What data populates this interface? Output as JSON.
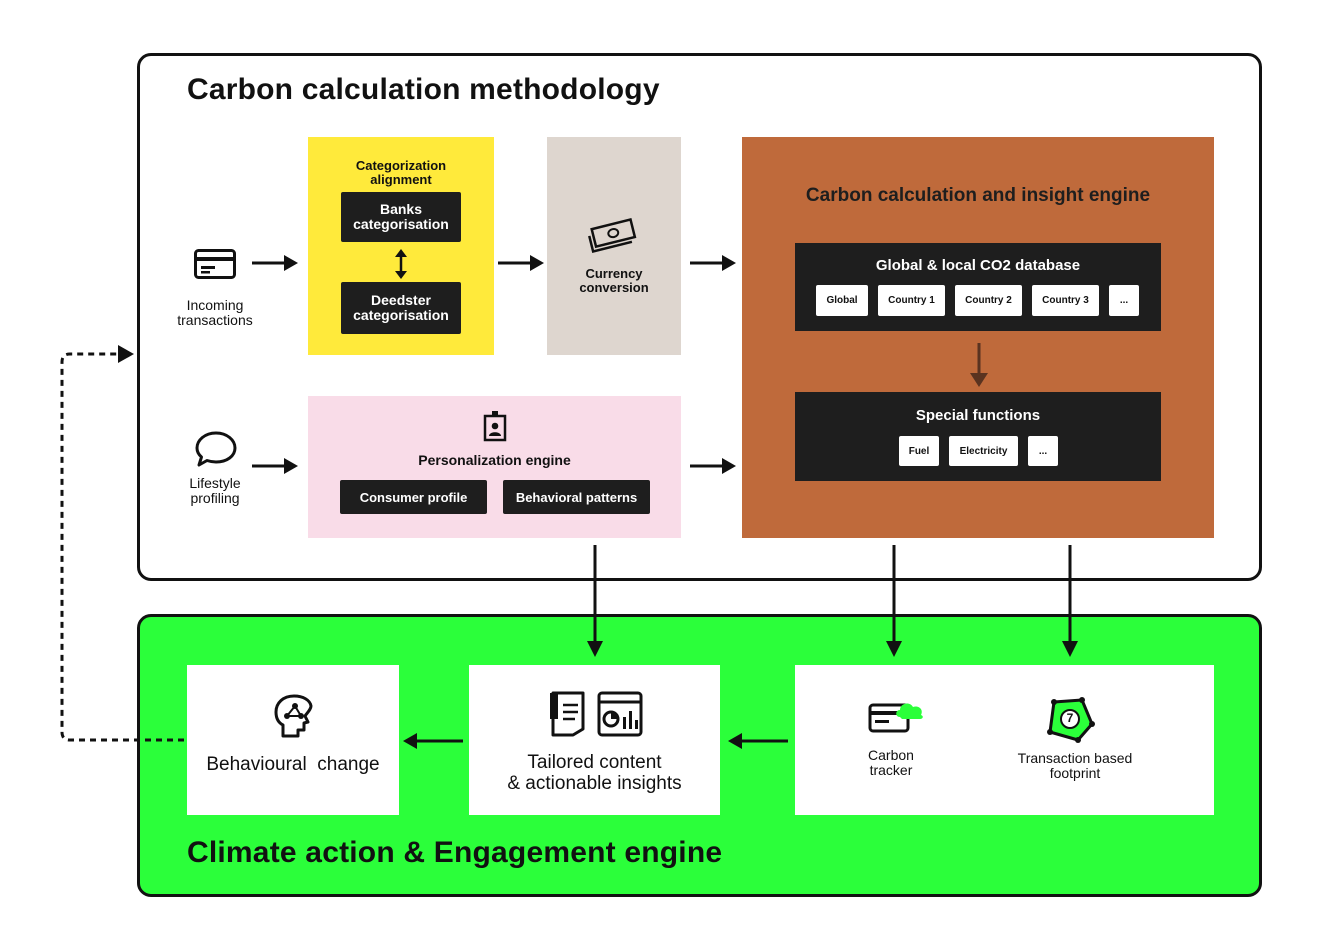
{
  "top": {
    "title": "Carbon calculation methodology",
    "incoming": "Incoming\ntransactions",
    "lifestyle": "Lifestyle\nprofiling",
    "categorization": {
      "title": "Categorization\nalignment",
      "banks": "Banks\ncategorisation",
      "deedster": "Deedster\ncategorisation"
    },
    "currency": "Currency\nconversion",
    "personalization": {
      "title": "Personalization engine",
      "consumer": "Consumer profile",
      "behavioral": "Behavioral patterns"
    },
    "engine": {
      "title": "Carbon calculation and insight engine",
      "database": {
        "title": "Global & local CO2 database",
        "chips": [
          "Global",
          "Country 1",
          "Country 2",
          "Country 3",
          "..."
        ]
      },
      "special": {
        "title": "Special functions",
        "chips": [
          "Fuel",
          "Electricity",
          "..."
        ]
      }
    }
  },
  "bottom": {
    "title": "Climate action & Engagement engine",
    "behavioural": "Behavioural  change",
    "tailored": "Tailored content\n& actionable insights",
    "tracker": "Carbon\ntracker",
    "footprint": "Transaction based\nfootprint",
    "footprint_badge": "7"
  },
  "colors": {
    "yellow": "#ffea3b",
    "beige": "#ded6cf",
    "pink": "#f9dce8",
    "brown": "#bf6a3b",
    "green": "#2bff3a",
    "dark": "#1e1e1e"
  },
  "icons": {
    "incoming": "credit-card-icon",
    "lifestyle": "speech-bubble-icon",
    "currency": "banknote-icon",
    "personalization": "id-badge-icon",
    "behavioural": "brain-icon",
    "tailored": "document-dashboard-icon",
    "tracker": "card-cloud-icon",
    "footprint": "footprint-badge-icon"
  }
}
